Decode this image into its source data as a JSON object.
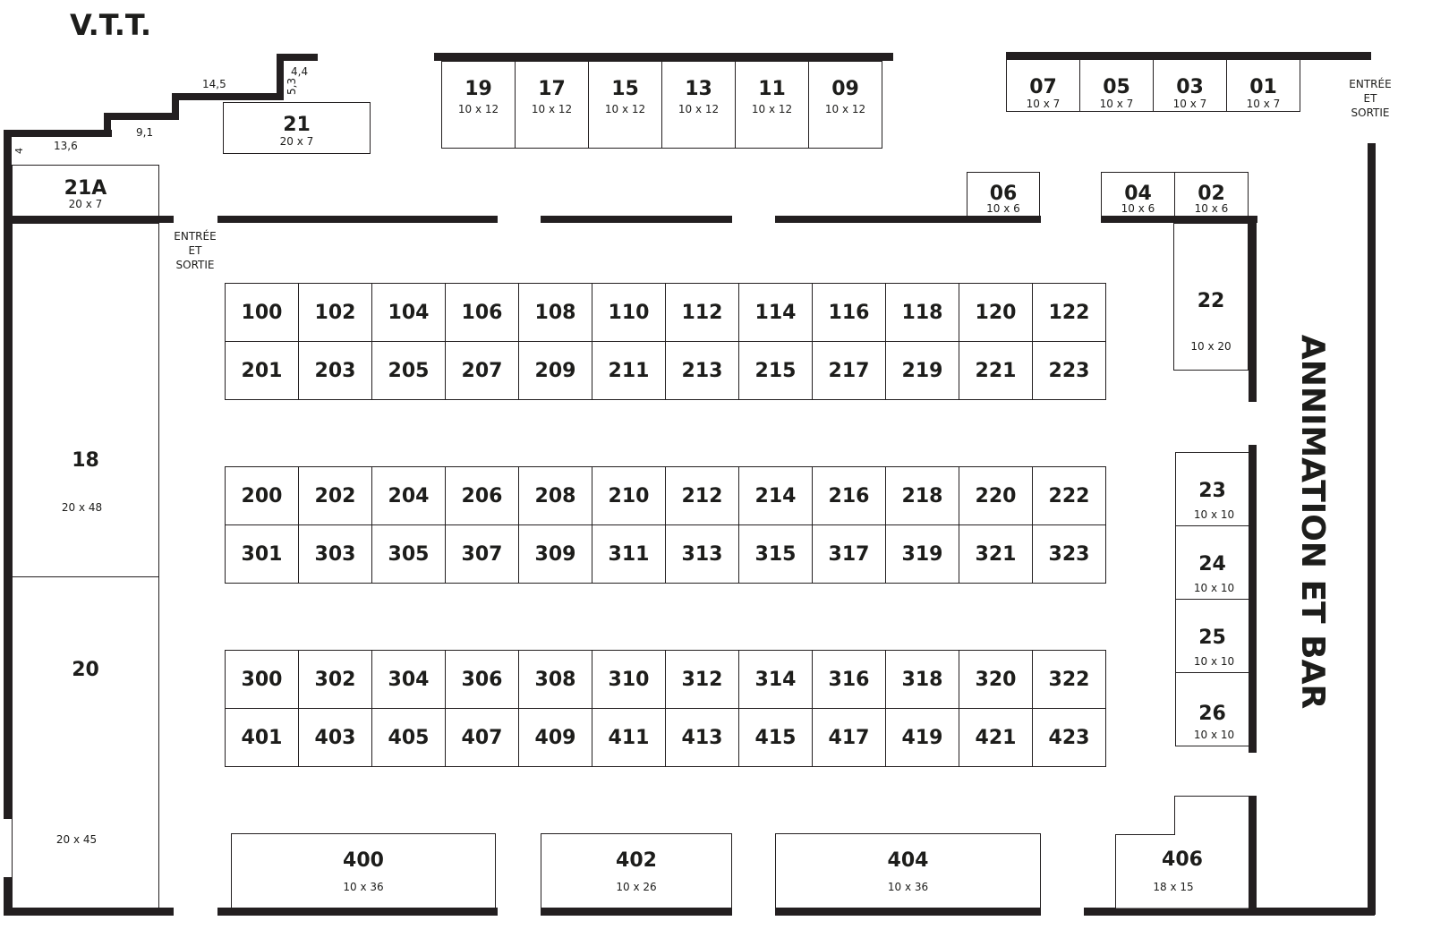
{
  "title": "V.T.T.",
  "side_label": "ANNIMATION ET BAR",
  "entrances": {
    "top_right": [
      "ENTRÉE",
      "ET",
      "SORTIE"
    ],
    "left": [
      "ENTRÉE",
      "ET",
      "SORTIE"
    ]
  },
  "stair_dims": [
    "4",
    "13,6",
    "9,1",
    "14,5",
    "5,3",
    "4,4"
  ],
  "top_booths": [
    {
      "num": "19",
      "size": "10 x 12"
    },
    {
      "num": "17",
      "size": "10 x 12"
    },
    {
      "num": "15",
      "size": "10 x 12"
    },
    {
      "num": "13",
      "size": "10 x 12"
    },
    {
      "num": "11",
      "size": "10 x 12"
    },
    {
      "num": "09",
      "size": "10 x 12"
    }
  ],
  "right_top_booths": [
    {
      "num": "07",
      "size": "10 x 7"
    },
    {
      "num": "05",
      "size": "10 x 7"
    },
    {
      "num": "03",
      "size": "10 x 7"
    },
    {
      "num": "01",
      "size": "10 x 7"
    }
  ],
  "booth_21": {
    "num": "21",
    "size": "20 x 7"
  },
  "booth_21a": {
    "num": "21A",
    "size": "20 x 7"
  },
  "booth_06": {
    "num": "06",
    "size": "10 x 6"
  },
  "booth_04": {
    "num": "04",
    "size": "10 x 6"
  },
  "booth_02": {
    "num": "02",
    "size": "10 x 6"
  },
  "booth_22": {
    "num": "22",
    "size": "10 x 20"
  },
  "booth_18": {
    "num": "18",
    "size": "20 x 48"
  },
  "booth_20": {
    "num": "20",
    "size": "20 x 45"
  },
  "right_side_booths": [
    {
      "num": "23",
      "size": "10 x 10"
    },
    {
      "num": "24",
      "size": "10 x 10"
    },
    {
      "num": "25",
      "size": "10 x 10"
    },
    {
      "num": "26",
      "size": "10 x 10"
    }
  ],
  "bottom_booths": [
    {
      "num": "400",
      "size": "10 x 36"
    },
    {
      "num": "402",
      "size": "10 x 26"
    },
    {
      "num": "404",
      "size": "10 x 36"
    }
  ],
  "booth_406": {
    "num": "406",
    "size": "18 x 15"
  },
  "grid_rows": [
    [
      "100",
      "102",
      "104",
      "106",
      "108",
      "110",
      "112",
      "114",
      "116",
      "118",
      "120",
      "122"
    ],
    [
      "201",
      "203",
      "205",
      "207",
      "209",
      "211",
      "213",
      "215",
      "217",
      "219",
      "221",
      "223"
    ],
    [
      "200",
      "202",
      "204",
      "206",
      "208",
      "210",
      "212",
      "214",
      "216",
      "218",
      "220",
      "222"
    ],
    [
      "301",
      "303",
      "305",
      "307",
      "309",
      "311",
      "313",
      "315",
      "317",
      "319",
      "321",
      "323"
    ],
    [
      "300",
      "302",
      "304",
      "306",
      "308",
      "310",
      "312",
      "314",
      "316",
      "318",
      "320",
      "322"
    ],
    [
      "401",
      "403",
      "405",
      "407",
      "409",
      "411",
      "413",
      "415",
      "417",
      "419",
      "421",
      "423"
    ]
  ]
}
